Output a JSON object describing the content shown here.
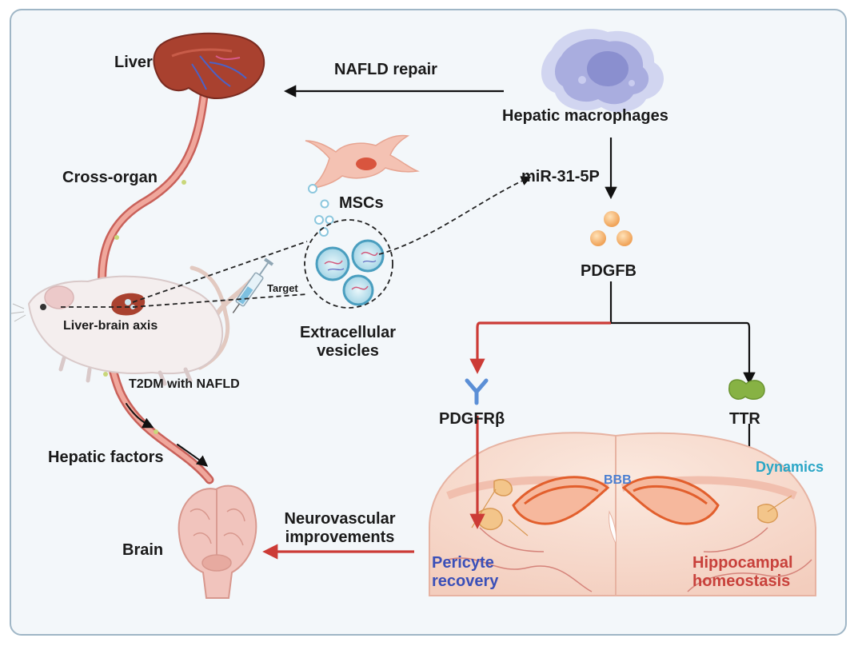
{
  "labels": {
    "liver": "Liver",
    "nafld_repair": "NAFLD repair",
    "hepatic_macrophages": "Hepatic macrophages",
    "cross_organ": "Cross-organ",
    "mir": "miR-31-5P",
    "mscs": "MSCs",
    "pdgfb": "PDGFB",
    "target": "Target",
    "liver_brain_axis": "Liver-brain axis",
    "ev_line1": "Extracellular",
    "ev_line2": "vesicles",
    "t2dm": "T2DM with NAFLD",
    "pdgfrb": "PDGFRβ",
    "ttr": "TTR",
    "hepatic_factors": "Hepatic factors",
    "dynamics": "Dynamics",
    "bbb": "BBB",
    "neuro_line1": "Neurovascular",
    "neuro_line2": "improvements",
    "brain": "Brain",
    "pericyte_line1": "Pericyte",
    "pericyte_line2": "recovery",
    "hippo_line1": "Hippocampal",
    "hippo_line2": "homeostasis"
  },
  "colors": {
    "frame_bg": "#f3f7fa",
    "frame_border": "#9fb6c6",
    "vessel": "#e58f84",
    "liver": "#a9412f",
    "red_arrow": "#cc3b36",
    "black_arrow": "#111111",
    "blue_text": "#3a4fb8",
    "red_text": "#c8413b",
    "cyan_text": "#2aa6c6",
    "bbb_text": "#4b7fd1"
  }
}
